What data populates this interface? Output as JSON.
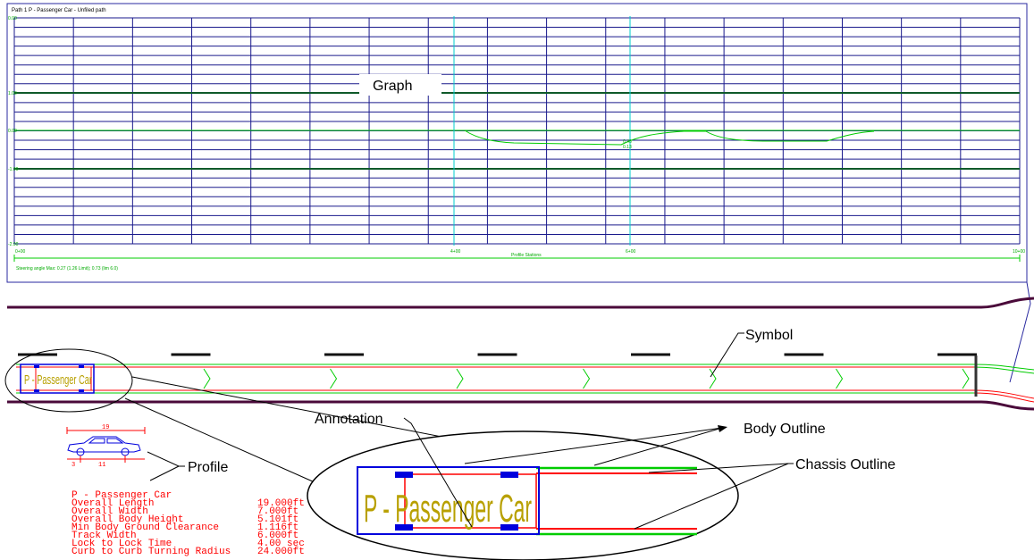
{
  "graph": {
    "title": "Path 1  P - Passenger Car - Unfiled path",
    "y_labels": [
      "0.00",
      "1.00",
      "0.00",
      "-1.00",
      "-2.00"
    ],
    "x_labels": [
      "0+00",
      "4+00",
      "6+00",
      "10+00"
    ],
    "center_label": "Profile Stations",
    "footnote": "Steering angle Max: 0.27 (1.26 Limit); 0.73 (lim 6.0)",
    "markers": [
      "0.43",
      "0.13"
    ]
  },
  "callouts": {
    "graph": "Graph",
    "symbol": "Symbol",
    "annotation": "Annotation",
    "body_outline": "Body Outline",
    "chassis_outline": "Chassis Outline",
    "profile": "Profile"
  },
  "vehicle": {
    "label": "P - Passenger Car",
    "label_zoom": "P - Passenger Car",
    "dims": {
      "top": "19",
      "wheelbase": "11",
      "front_overhang": "3"
    }
  },
  "specs": {
    "name": "P - Passenger Car",
    "rows": [
      {
        "label": "Overall Length",
        "value": "19.000ft"
      },
      {
        "label": "Overall Width",
        "value": "7.000ft"
      },
      {
        "label": "Overall Body Height",
        "value": "5.101ft"
      },
      {
        "label": "Min Body Ground Clearance",
        "value": "1.116ft"
      },
      {
        "label": "Track Width",
        "value": "6.000ft"
      },
      {
        "label": "Lock to Lock Time",
        "value": "4.00 sec"
      },
      {
        "label": "Curb to Curb Turning Radius",
        "value": "24.000ft"
      }
    ]
  },
  "colors": {
    "grid": "#1a1a8c",
    "frame": "#2a2aa0",
    "dark_green": "#0f5a2a",
    "bright_green": "#00cc00",
    "cyan": "#00cccc",
    "road": "#4a0a3a",
    "red": "#ff0000",
    "annotation": "#b8a000",
    "chassis_blue": "#0000dd"
  }
}
